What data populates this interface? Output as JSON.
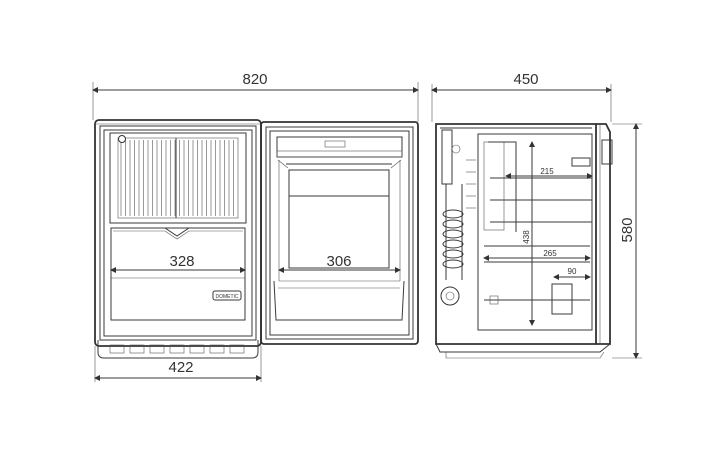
{
  "dimensions": {
    "overall_width": "820",
    "depth": "450",
    "height": "580",
    "cabinet_width": "422",
    "inner_door_width": "328",
    "interior_width": "306",
    "shelf_depth": "215",
    "interior_height": "438",
    "lower_depth": "265",
    "door_shelf_depth": "90"
  },
  "logo_text": "DOMETIC",
  "colors": {
    "line": "#333333",
    "text": "#333333",
    "background": "#ffffff"
  }
}
